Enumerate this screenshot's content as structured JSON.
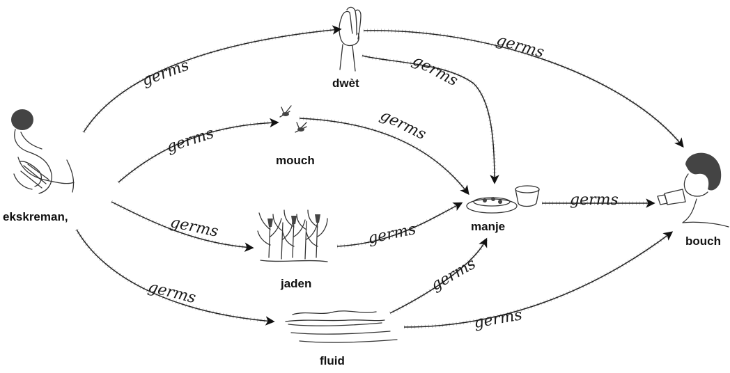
{
  "diagram": {
    "nodes": {
      "ekskreman": "ekskreman,",
      "dwet": "dwèt",
      "mouch": "mouch",
      "jaden": "jaden",
      "fluid": "fluid",
      "manje": "manje",
      "bouch": "bouch"
    },
    "edge_label": "germs",
    "edges": [
      {
        "from": "ekskreman",
        "to": "dwet",
        "label": "germs"
      },
      {
        "from": "dwet",
        "to": "bouch",
        "label": "germs"
      },
      {
        "from": "dwet",
        "to": "manje",
        "label": "germs"
      },
      {
        "from": "ekskreman",
        "to": "mouch",
        "label": "germs"
      },
      {
        "from": "mouch",
        "to": "manje",
        "label": "germs"
      },
      {
        "from": "ekskreman",
        "to": "jaden",
        "label": "germs"
      },
      {
        "from": "jaden",
        "to": "manje",
        "label": "germs"
      },
      {
        "from": "ekskreman",
        "to": "fluid",
        "label": "germs"
      },
      {
        "from": "fluid",
        "to": "manje",
        "label": "germs"
      },
      {
        "from": "fluid",
        "to": "bouch",
        "label": "germs"
      },
      {
        "from": "manje",
        "to": "bouch",
        "label": "germs"
      }
    ]
  }
}
